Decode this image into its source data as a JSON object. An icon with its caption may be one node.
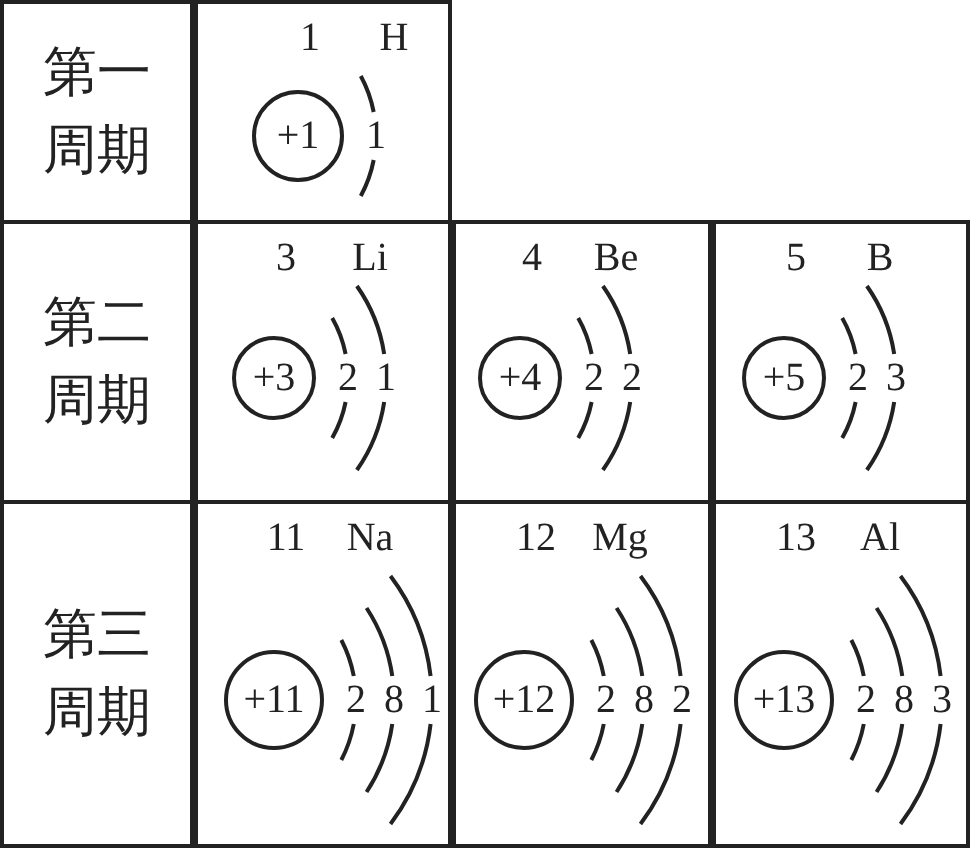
{
  "diagram": {
    "nodes": [
      {
        "text": [
          "+1"
        ],
        "beside": [
          "1"
        ]
      },
      {
        "text": [
          "+3"
        ],
        "beside": [
          "2",
          "1"
        ]
      },
      {
        "text": [
          "+4"
        ],
        "beside": [
          "2",
          "2"
        ]
      },
      {
        "text": [
          "+5"
        ],
        "beside": [
          "2",
          "3"
        ]
      },
      {
        "text": [
          "+11"
        ],
        "beside": [
          "2",
          "8",
          "1"
        ]
      },
      {
        "text": [
          "+12"
        ],
        "beside": [
          "2",
          "8",
          "2"
        ]
      },
      {
        "text": [
          "+13"
        ],
        "beside": [
          "2",
          "8",
          "3"
        ]
      }
    ],
    "labels": [
      "第一周期",
      "1",
      "H",
      "第二周期",
      "3",
      "Li",
      "4",
      "Be",
      "5",
      "B",
      "第三周期",
      "11",
      "Na",
      "12",
      "Mg",
      "13",
      "Al"
    ]
  }
}
